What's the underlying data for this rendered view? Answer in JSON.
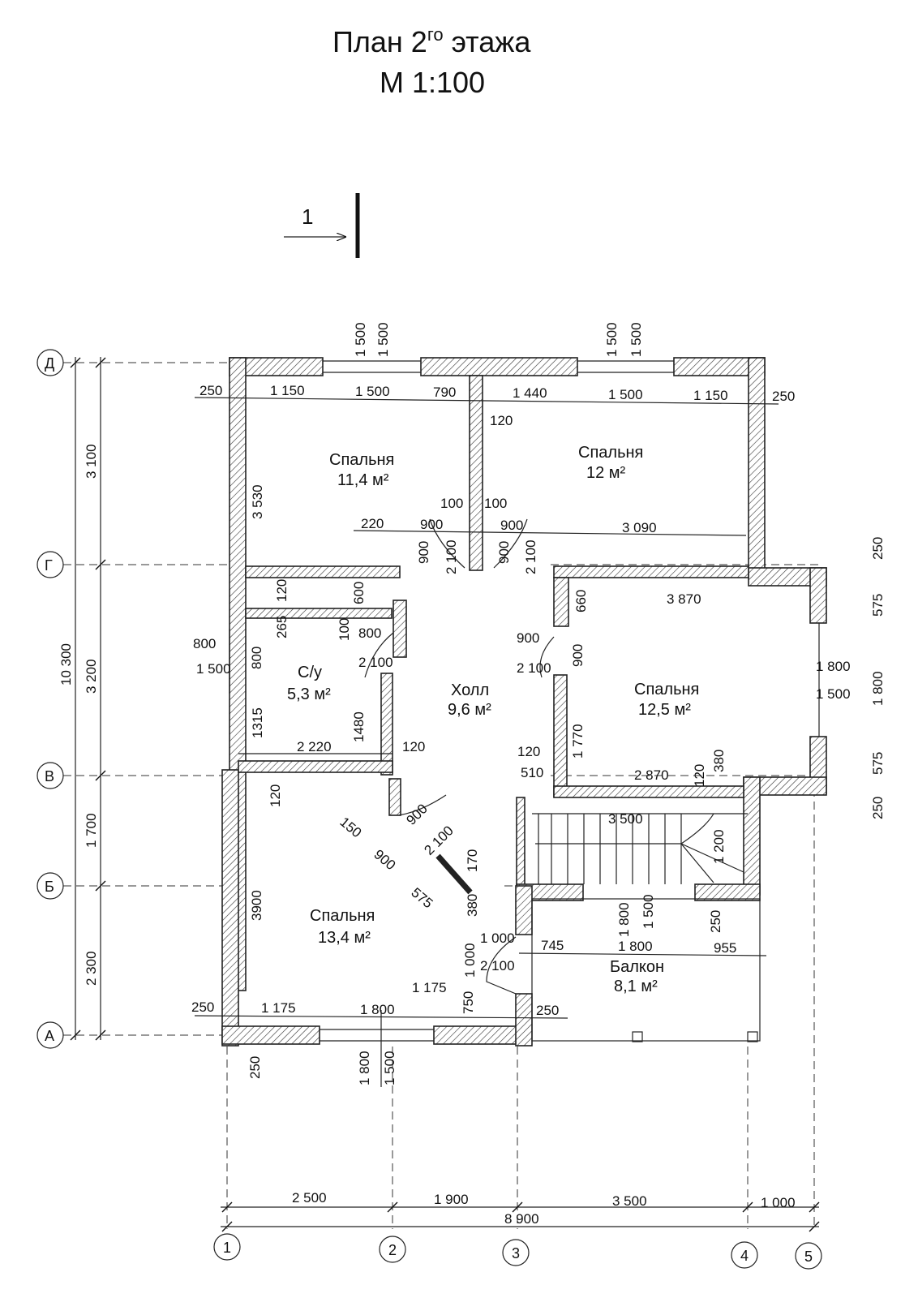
{
  "title": {
    "line1": "План 2",
    "sup": "го",
    "line1b": " этажа",
    "scale": "М 1:100"
  },
  "section_mark": "1",
  "rooms": [
    {
      "name": "Спальня",
      "area": "11,4 м²"
    },
    {
      "name": "Спальня",
      "area": "12 м²"
    },
    {
      "name": "С/у",
      "area": "5,3 м²"
    },
    {
      "name": "Холл",
      "area": "9,6 м²"
    },
    {
      "name": "Спальня",
      "area": "12,5 м²"
    },
    {
      "name": "Спальня",
      "area": "13,4 м²"
    },
    {
      "name": "Балкон",
      "area": "8,1 м²"
    }
  ],
  "axes_rows": [
    "Д",
    "Г",
    "В",
    "Б",
    "А"
  ],
  "axes_cols": [
    "1",
    "2",
    "3",
    "4",
    "5"
  ],
  "left_dims": {
    "total": "10 300",
    "d1": "3 100",
    "d2": "3 200",
    "d3": "1 700",
    "d4": "2 300"
  },
  "bottom_dims": {
    "d1": "2 500",
    "d2": "1 900",
    "d3": "3 500",
    "d4": "1 000",
    "total": "8 900"
  },
  "labels": {
    "top_250_l": "250",
    "top_1150_l": "1 150",
    "top_1500_l": "1 500",
    "top_790": "790",
    "top_1440": "1 440",
    "top_1500_r": "1 500",
    "top_1150_r": "1 150",
    "top_250_r": "250",
    "win_top_l": "1 500",
    "win_top_l2": "1 500",
    "win_top_r": "1 500",
    "win_top_r2": "1 500",
    "d120_top": "120",
    "d3530": "3 530",
    "d100_l": "100",
    "d100_r": "100",
    "d220": "220",
    "d900_a": "900",
    "d900_b": "900",
    "d3090": "3 090",
    "d900_v1": "900",
    "d2100_v1": "2 100",
    "d900_v2": "900",
    "d2100_v2": "2 100",
    "d120_l": "120",
    "d600": "600",
    "d250_r1": "250",
    "d575_r1": "575",
    "d3870": "3 870",
    "d660": "660",
    "d265": "265",
    "d100_wc": "100",
    "d800_wc": "800",
    "d800_win": "800",
    "d1500_win": "1 500",
    "d800_v": "800",
    "d2100_wc": "2 100",
    "d900_h": "900",
    "d2100_h": "2 100",
    "d900_v3": "900",
    "d1800_r": "1 800",
    "d1500_r": "1 500",
    "d1800_r2": "1 800",
    "d575_r2": "575",
    "d1315": "1315",
    "d1480": "1480",
    "d2220": "2 220",
    "d120_c": "120",
    "d1770": "1 770",
    "d120_h": "120",
    "d510": "510",
    "d2870": "2 870",
    "d120_s": "120",
    "d380_s": "380",
    "d250_r2": "250",
    "d120_b": "120",
    "d3500_st": "3 500",
    "d1200": "1 200",
    "d150": "150",
    "d900_d": "900",
    "d575_d": "575",
    "d900_d2": "900",
    "d2100_d": "2 100",
    "d170": "170",
    "d380_b": "380",
    "d3900": "3900",
    "d1800_bw": "1 800",
    "d1500_bw": "1 500",
    "d250_bk": "250",
    "d1000": "1 000",
    "d1000_v": "1 000",
    "d2100_b": "2 100",
    "d745": "745",
    "d1800_b": "1 800",
    "d955": "955",
    "d250_a": "250",
    "d1175": "1 175",
    "d1800_a": "1 800",
    "d1175_b": "1 175",
    "d750": "750",
    "d250_a2": "250",
    "d250_bot": "250",
    "d1800_bot": "1 800",
    "d1500_bot": "1 500"
  }
}
